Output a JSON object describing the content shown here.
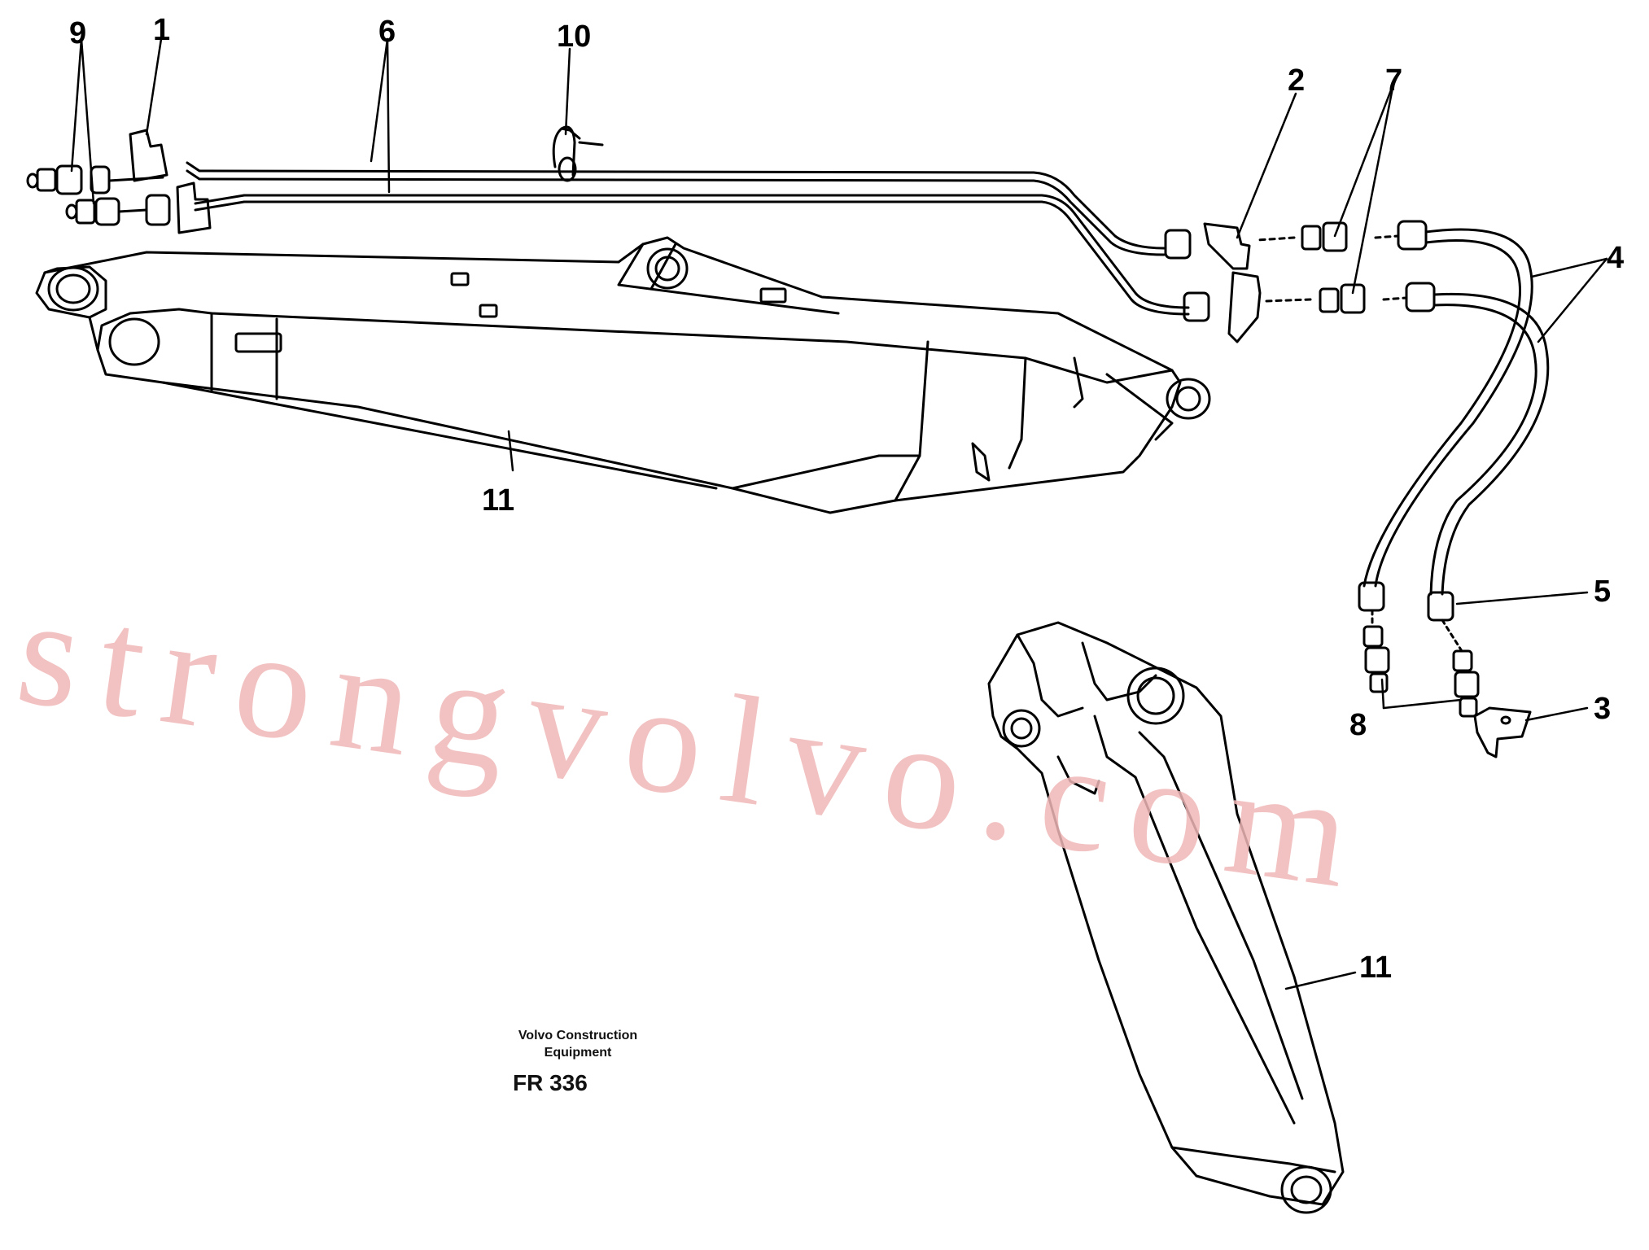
{
  "callouts": {
    "c9": "9",
    "c1": "1",
    "c6": "6",
    "c10": "10",
    "c2": "2",
    "c7": "7",
    "c4": "4",
    "c11_top": "11",
    "c5": "5",
    "c8": "8",
    "c3": "3",
    "c11_bottom": "11"
  },
  "watermark": "strongvolvo.com",
  "publisher": {
    "line1": "Volvo Construction",
    "line2": "Equipment"
  },
  "figure_code": "FR 336",
  "colors": {
    "line": "#000000",
    "watermark": "#f0b8b8",
    "background": "#ffffff"
  }
}
